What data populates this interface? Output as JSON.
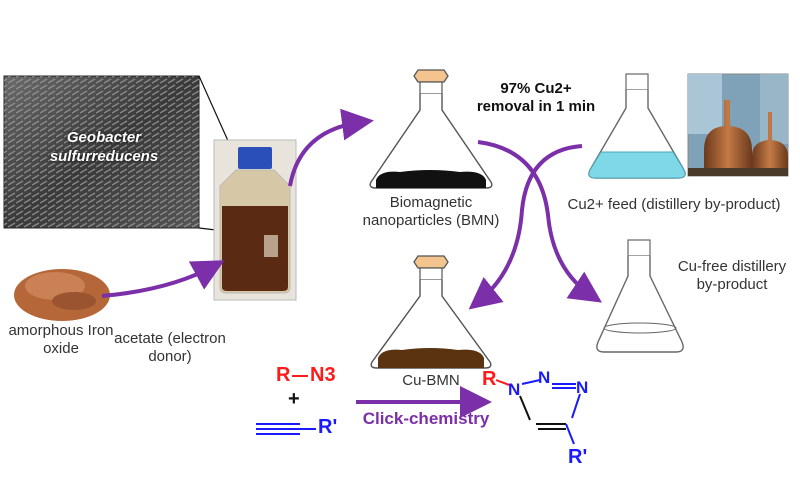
{
  "sem_image": {
    "label": "Geobacter sulfurreducens"
  },
  "labels": {
    "iron_oxide": "amorphous Iron oxide",
    "acetate": "acetate (electron donor)",
    "bmn": "Biomagnetic nanoparticles (BMN)",
    "cu_bmn": "Cu-BMN",
    "removal": "97% Cu2+ removal in 1 min",
    "cu_feed": "Cu2+ feed (distillery by-product)",
    "cu_free": "Cu-free distillery by-product",
    "click": "Click-chemistry"
  },
  "chemistry": {
    "azide_r": "R",
    "azide_n3": "N3",
    "plus": "+",
    "alkyne_r": "R'",
    "triazole_r": "R",
    "triazole_n1": "N",
    "triazole_n2": "N",
    "triazole_n3": "N",
    "triazole_rprime": "R'"
  },
  "colors": {
    "arrow": "#7b2fa8",
    "red": "#ff1a1a",
    "blue": "#1a1aff",
    "flask_liquid": "#7fd8e6",
    "bottle_liquid": "#5a2a12",
    "iron_oxide": "#b5673a"
  }
}
